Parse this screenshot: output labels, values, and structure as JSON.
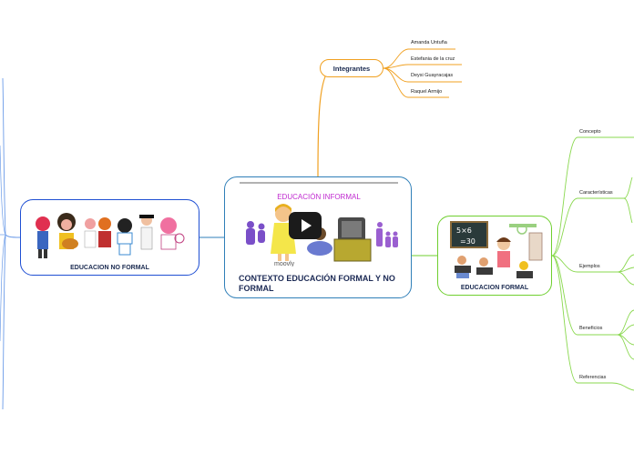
{
  "central": {
    "title": "CONTEXTO EDUCACIÓN FORMAL Y NO FORMAL",
    "video_heading": "EDUCACIÓN INFORMAL",
    "video_watermark": "moovly"
  },
  "left_topic": {
    "label": "EDUCACION NO FORMAL"
  },
  "right_topic": {
    "label": "EDUCACION FORMAL",
    "board_text": [
      "5×6",
      "=30"
    ],
    "children": [
      "Concepto",
      "Características",
      "Ejemplos",
      "Beneficios",
      "Referencias"
    ]
  },
  "top_topic": {
    "label": "Integrantes",
    "children": [
      "Amanda Untuña",
      "Estefania de la cruz",
      "Deysi Guayracajas",
      "Raquel Armijo"
    ]
  },
  "colors": {
    "central_border": "#2f7fb8",
    "left_border": "#1f4fd3",
    "right_border": "#6fcf2f",
    "top_border": "#f0a020",
    "title_text": "#1c2a55",
    "heading_magenta": "#c02ad0"
  }
}
